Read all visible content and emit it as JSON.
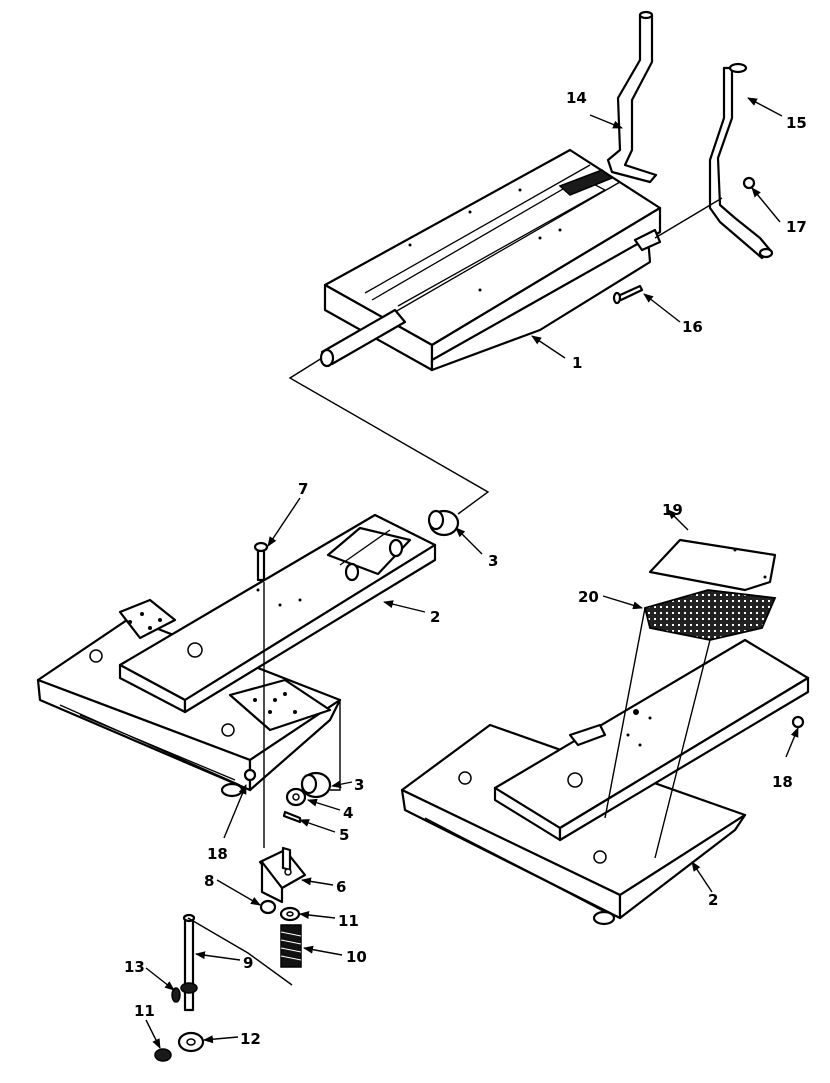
{
  "callouts": {
    "c1": "1",
    "c2a": "2",
    "c2b": "2",
    "c3a": "3",
    "c3b": "3",
    "c4": "4",
    "c5": "5",
    "c6": "6",
    "c7": "7",
    "c8": "8",
    "c9": "9",
    "c10": "10",
    "c11a": "11",
    "c11b": "11",
    "c12": "12",
    "c13": "13",
    "c14": "14",
    "c15": "15",
    "c16": "16",
    "c17": "17",
    "c18a": "18",
    "c18b": "18",
    "c19": "19",
    "c20": "20"
  },
  "colors": {
    "ink": "#000000",
    "paper": "#ffffff"
  }
}
